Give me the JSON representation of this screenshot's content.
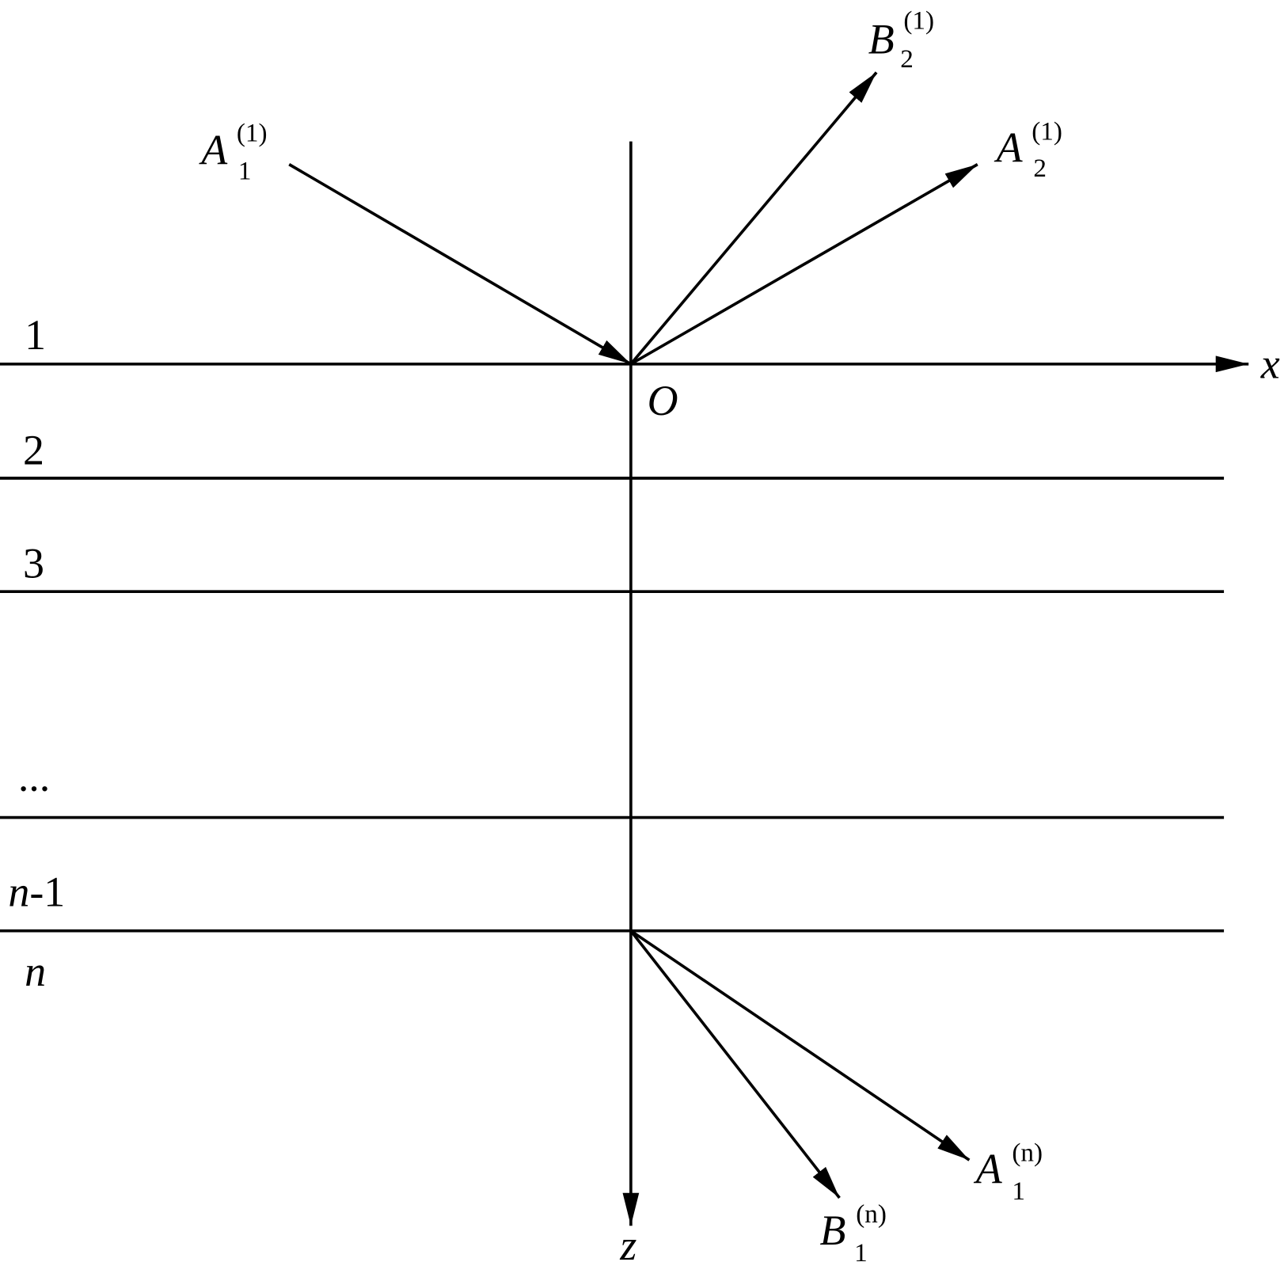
{
  "axes": {
    "x_label": "x",
    "z_label": "z",
    "origin_label": "O"
  },
  "layers": [
    "1",
    "2",
    "3",
    "...",
    "n-1",
    "n"
  ],
  "waves": {
    "incident": {
      "base": "A",
      "sub": "1",
      "sup": "(1)"
    },
    "reflected_b": {
      "base": "B",
      "sub": "2",
      "sup": "(1)"
    },
    "reflected_a": {
      "base": "A",
      "sub": "2",
      "sup": "(1)"
    },
    "transmitted_a": {
      "base": "A",
      "sub": "1",
      "sup": "(n)"
    },
    "transmitted_b": {
      "base": "B",
      "sub": "1",
      "sup": "(n)"
    }
  },
  "colors": {
    "stroke": "#000000",
    "background": "#ffffff"
  }
}
